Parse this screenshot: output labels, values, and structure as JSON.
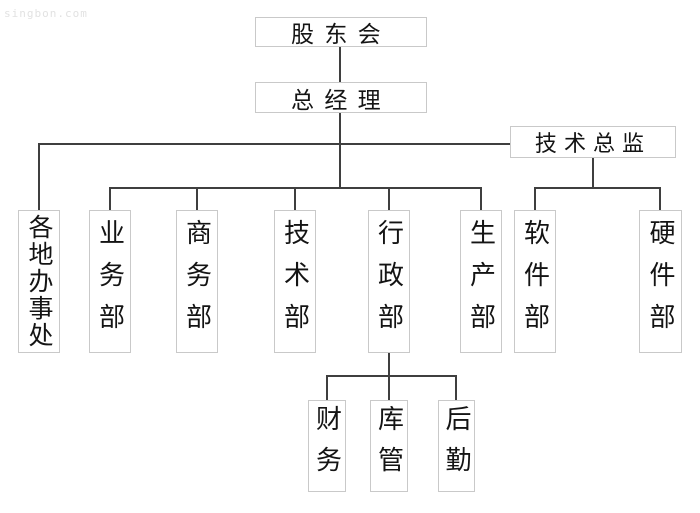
{
  "watermark": {
    "text": "singbon.com"
  },
  "org_chart": {
    "type": "organization-chart",
    "nodes": {
      "shareholders": {
        "label": "股东会"
      },
      "general_manager": {
        "label": "总经理"
      },
      "tech_director": {
        "label": "技术总监"
      },
      "offices": {
        "label": "各地办事处"
      },
      "business_dept": {
        "label": "业务部"
      },
      "commerce_dept": {
        "label": "商务部"
      },
      "technology_dept": {
        "label": "技术部"
      },
      "admin_dept": {
        "label": "行政部"
      },
      "production_dept": {
        "label": "生产部"
      },
      "software_dept": {
        "label": "软件部"
      },
      "hardware_dept": {
        "label": "硬件部"
      },
      "finance": {
        "label": "财务"
      },
      "warehouse": {
        "label": "库管"
      },
      "logistics": {
        "label": "后勤"
      }
    },
    "hierarchy": [
      {
        "parent": "shareholders",
        "children": [
          "general_manager"
        ]
      },
      {
        "parent": "general_manager",
        "children": [
          "offices",
          "business_dept",
          "commerce_dept",
          "technology_dept",
          "admin_dept",
          "production_dept",
          "tech_director"
        ]
      },
      {
        "parent": "tech_director",
        "children": [
          "software_dept",
          "hardware_dept"
        ]
      },
      {
        "parent": "admin_dept",
        "children": [
          "finance",
          "warehouse",
          "logistics"
        ]
      }
    ],
    "colors": {
      "line": "#3f3f3f",
      "box_border": "#c9c9c9",
      "text": "#141414",
      "background": "#ffffff"
    }
  }
}
